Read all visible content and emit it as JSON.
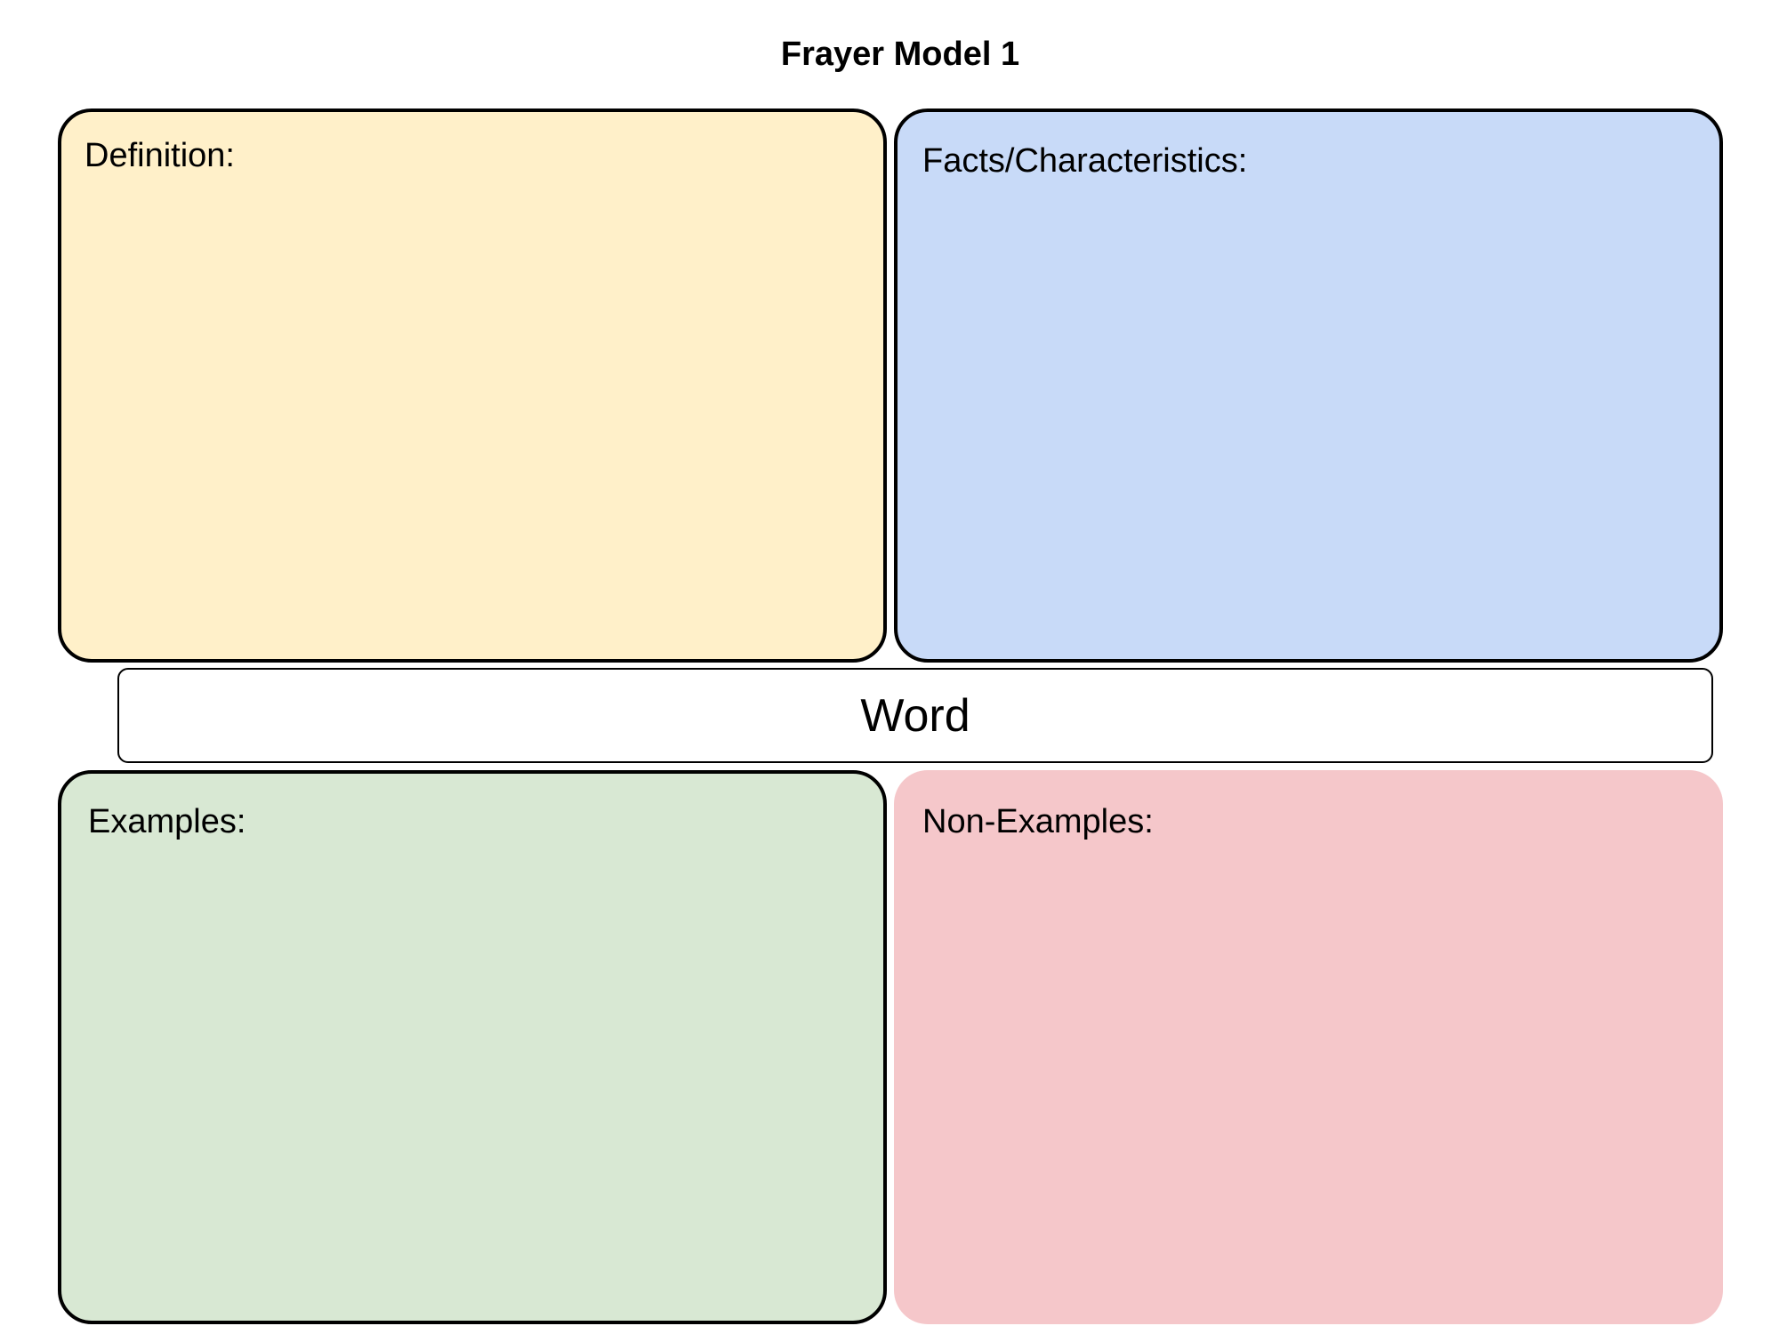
{
  "title": "Frayer Model 1",
  "quadrants": {
    "definition": {
      "label": "Definition:",
      "color": "#fff0c9"
    },
    "facts": {
      "label": "Facts/Characteristics:",
      "color": "#c8daf8"
    },
    "examples": {
      "label": "Examples:",
      "color": "#d8e8d3"
    },
    "non_examples": {
      "label": "Non-Examples:",
      "color": "#f5c7ca"
    }
  },
  "word": "Word"
}
